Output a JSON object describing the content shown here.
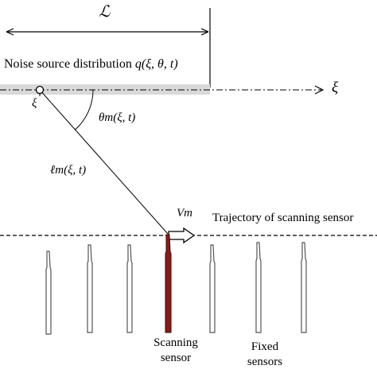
{
  "length_label": "ℒ",
  "noise_distribution_label": "Noise source distribution",
  "noise_distribution_math": "q(ξ, θ, t)",
  "xi_axis_label": "ξ",
  "source_point_label": "ξ",
  "angle_label": "θm(ξ, t)",
  "distance_label": "ℓm(ξ, t)",
  "velocity_label": "Vm",
  "trajectory_label": "Trajectory of scanning sensor",
  "scanning_sensor_label": [
    "Scanning",
    "sensor"
  ],
  "fixed_sensors_label": [
    "Fixed",
    "sensors"
  ],
  "colors": {
    "line": "#000000",
    "noise_band": "#d9d9d9",
    "scanning_sensor": "#8b1a1a",
    "fixed_sensor": "#ffffff"
  }
}
